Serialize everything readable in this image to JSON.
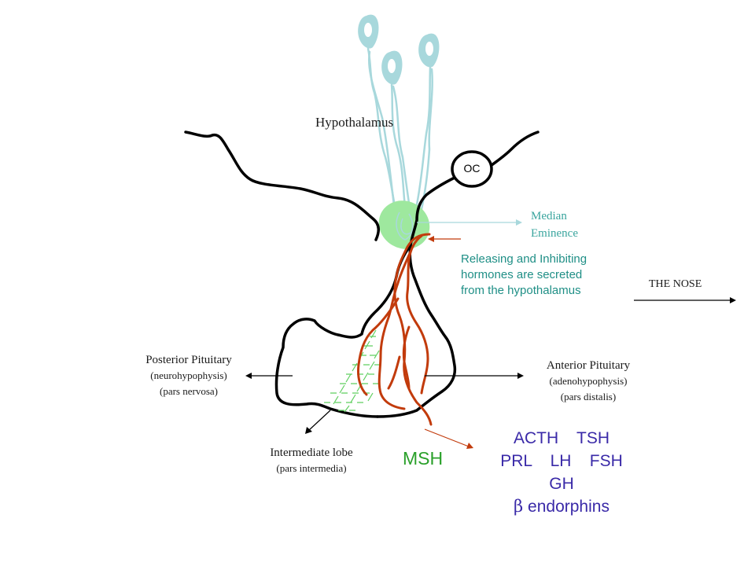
{
  "labels": {
    "hypothalamus": "Hypothalamus",
    "oc": "OC",
    "median_eminence": [
      "Median",
      "Eminence"
    ],
    "releasing": [
      "Releasing and Inhibiting",
      "hormones are secreted",
      "from the hypothalamus"
    ],
    "the_nose": "THE NOSE",
    "posterior": [
      "Posterior Pituitary",
      "(neurohypophysis)",
      "(pars nervosa)"
    ],
    "anterior": [
      "Anterior Pituitary",
      "(adenohypophysis)",
      "(pars distalis)"
    ],
    "intermediate": [
      "Intermediate lobe",
      "(pars intermedia)"
    ],
    "msh": "MSH",
    "hormones": {
      "line1": "ACTH    TSH",
      "line2": "PRL    LH    FSH",
      "line3": "GH",
      "beta": "β",
      "endorphins": "endorphins"
    }
  },
  "colors": {
    "outline": "#000000",
    "neuron": "#a8d8dc",
    "median_eminence": "#9ee89e",
    "portal_vessels": "#c23b0c",
    "intermediate_hatch": "#5fcf5f",
    "msh": "#2aa02a",
    "hormones": "#3a2aa8",
    "median_label": "#3aa59e",
    "releasing_text": "#1f8f86"
  }
}
